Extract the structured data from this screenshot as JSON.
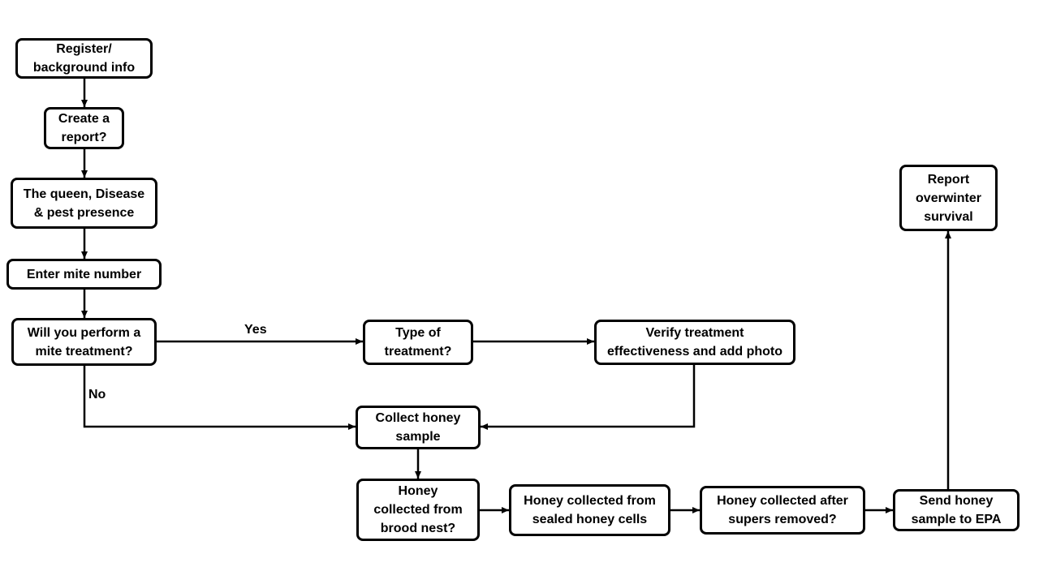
{
  "nodes": {
    "register": "Register/\nbackground info",
    "create_report": "Create a\nreport?",
    "queen_disease": "The queen, Disease\n& pest presence",
    "mite_number": "Enter mite number",
    "mite_treatment": "Will you perform a\nmite treatment?",
    "treatment_type": "Type of\ntreatment?",
    "verify_treatment": "Verify treatment\neffectiveness and add photo",
    "collect_honey": "Collect honey\nsample",
    "brood_nest": "Honey\ncollected from\nbrood nest?",
    "sealed_cells": "Honey collected from\nsealed honey cells",
    "supers_removed": "Honey collected after\nsupers removed?",
    "send_epa": "Send honey\nsample to EPA",
    "overwinter": "Report\noverwinter\nsurvival"
  },
  "edge_labels": {
    "yes": "Yes",
    "no": "No"
  },
  "colors": {
    "stroke": "#000000",
    "background": "#ffffff"
  }
}
